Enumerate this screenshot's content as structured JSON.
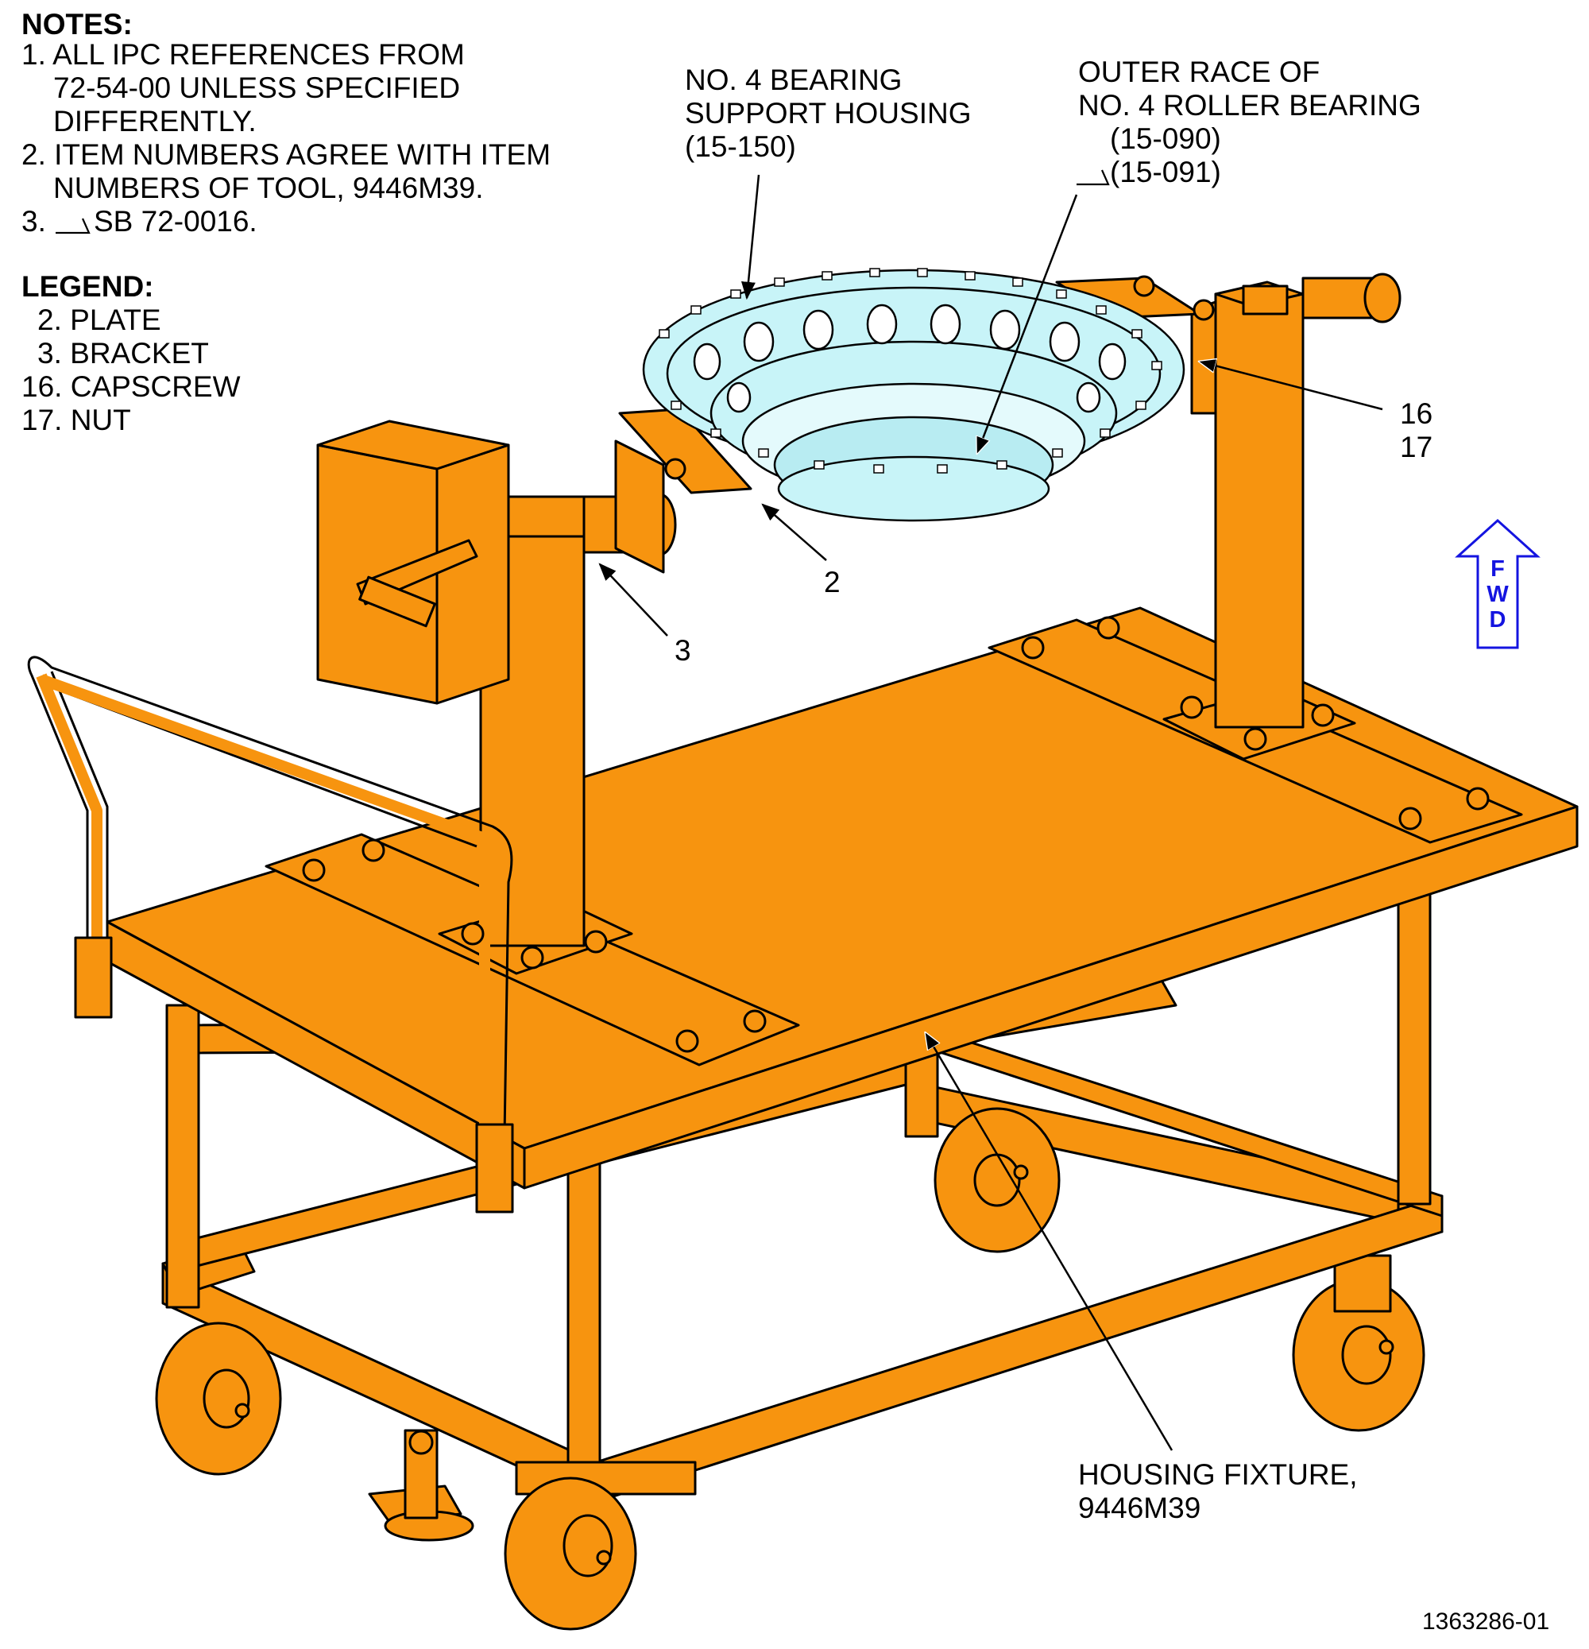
{
  "notes": {
    "heading": "NOTES:",
    "items": [
      {
        "line1": "1. ALL IPC REFERENCES FROM",
        "line2": "72-54-00 UNLESS SPECIFIED",
        "line3": "DIFFERENTLY."
      },
      {
        "line1": "2. ITEM NUMBERS AGREE WITH ITEM",
        "line2": "NUMBERS OF TOOL, 9446M39."
      },
      {
        "prefix": "3.",
        "text": "SB 72-0016."
      }
    ]
  },
  "legend": {
    "heading": "LEGEND:",
    "items": [
      "2. PLATE",
      "3. BRACKET",
      "16. CAPSCREW",
      "17. NUT"
    ]
  },
  "callouts": {
    "housing": {
      "line1": "NO. 4 BEARING",
      "line2": "SUPPORT HOUSING",
      "line3": "(15-150)"
    },
    "outer_race": {
      "line1": "OUTER RACE OF",
      "line2": "NO. 4 ROLLER BEARING",
      "line3": "(15-090)",
      "line4": "(15-091)"
    },
    "item_16": "16",
    "item_17": "17",
    "item_2": "2",
    "item_3": "3",
    "fixture": {
      "line1": "HOUSING FIXTURE,",
      "line2": "9446M39"
    }
  },
  "fwd": {
    "letters": [
      "F",
      "W",
      "D"
    ],
    "color": "#1414e0"
  },
  "figure_id": "1363286-01",
  "colors": {
    "cart": "#f7940f",
    "housing": "#c8f4f8",
    "outline": "#000000"
  }
}
